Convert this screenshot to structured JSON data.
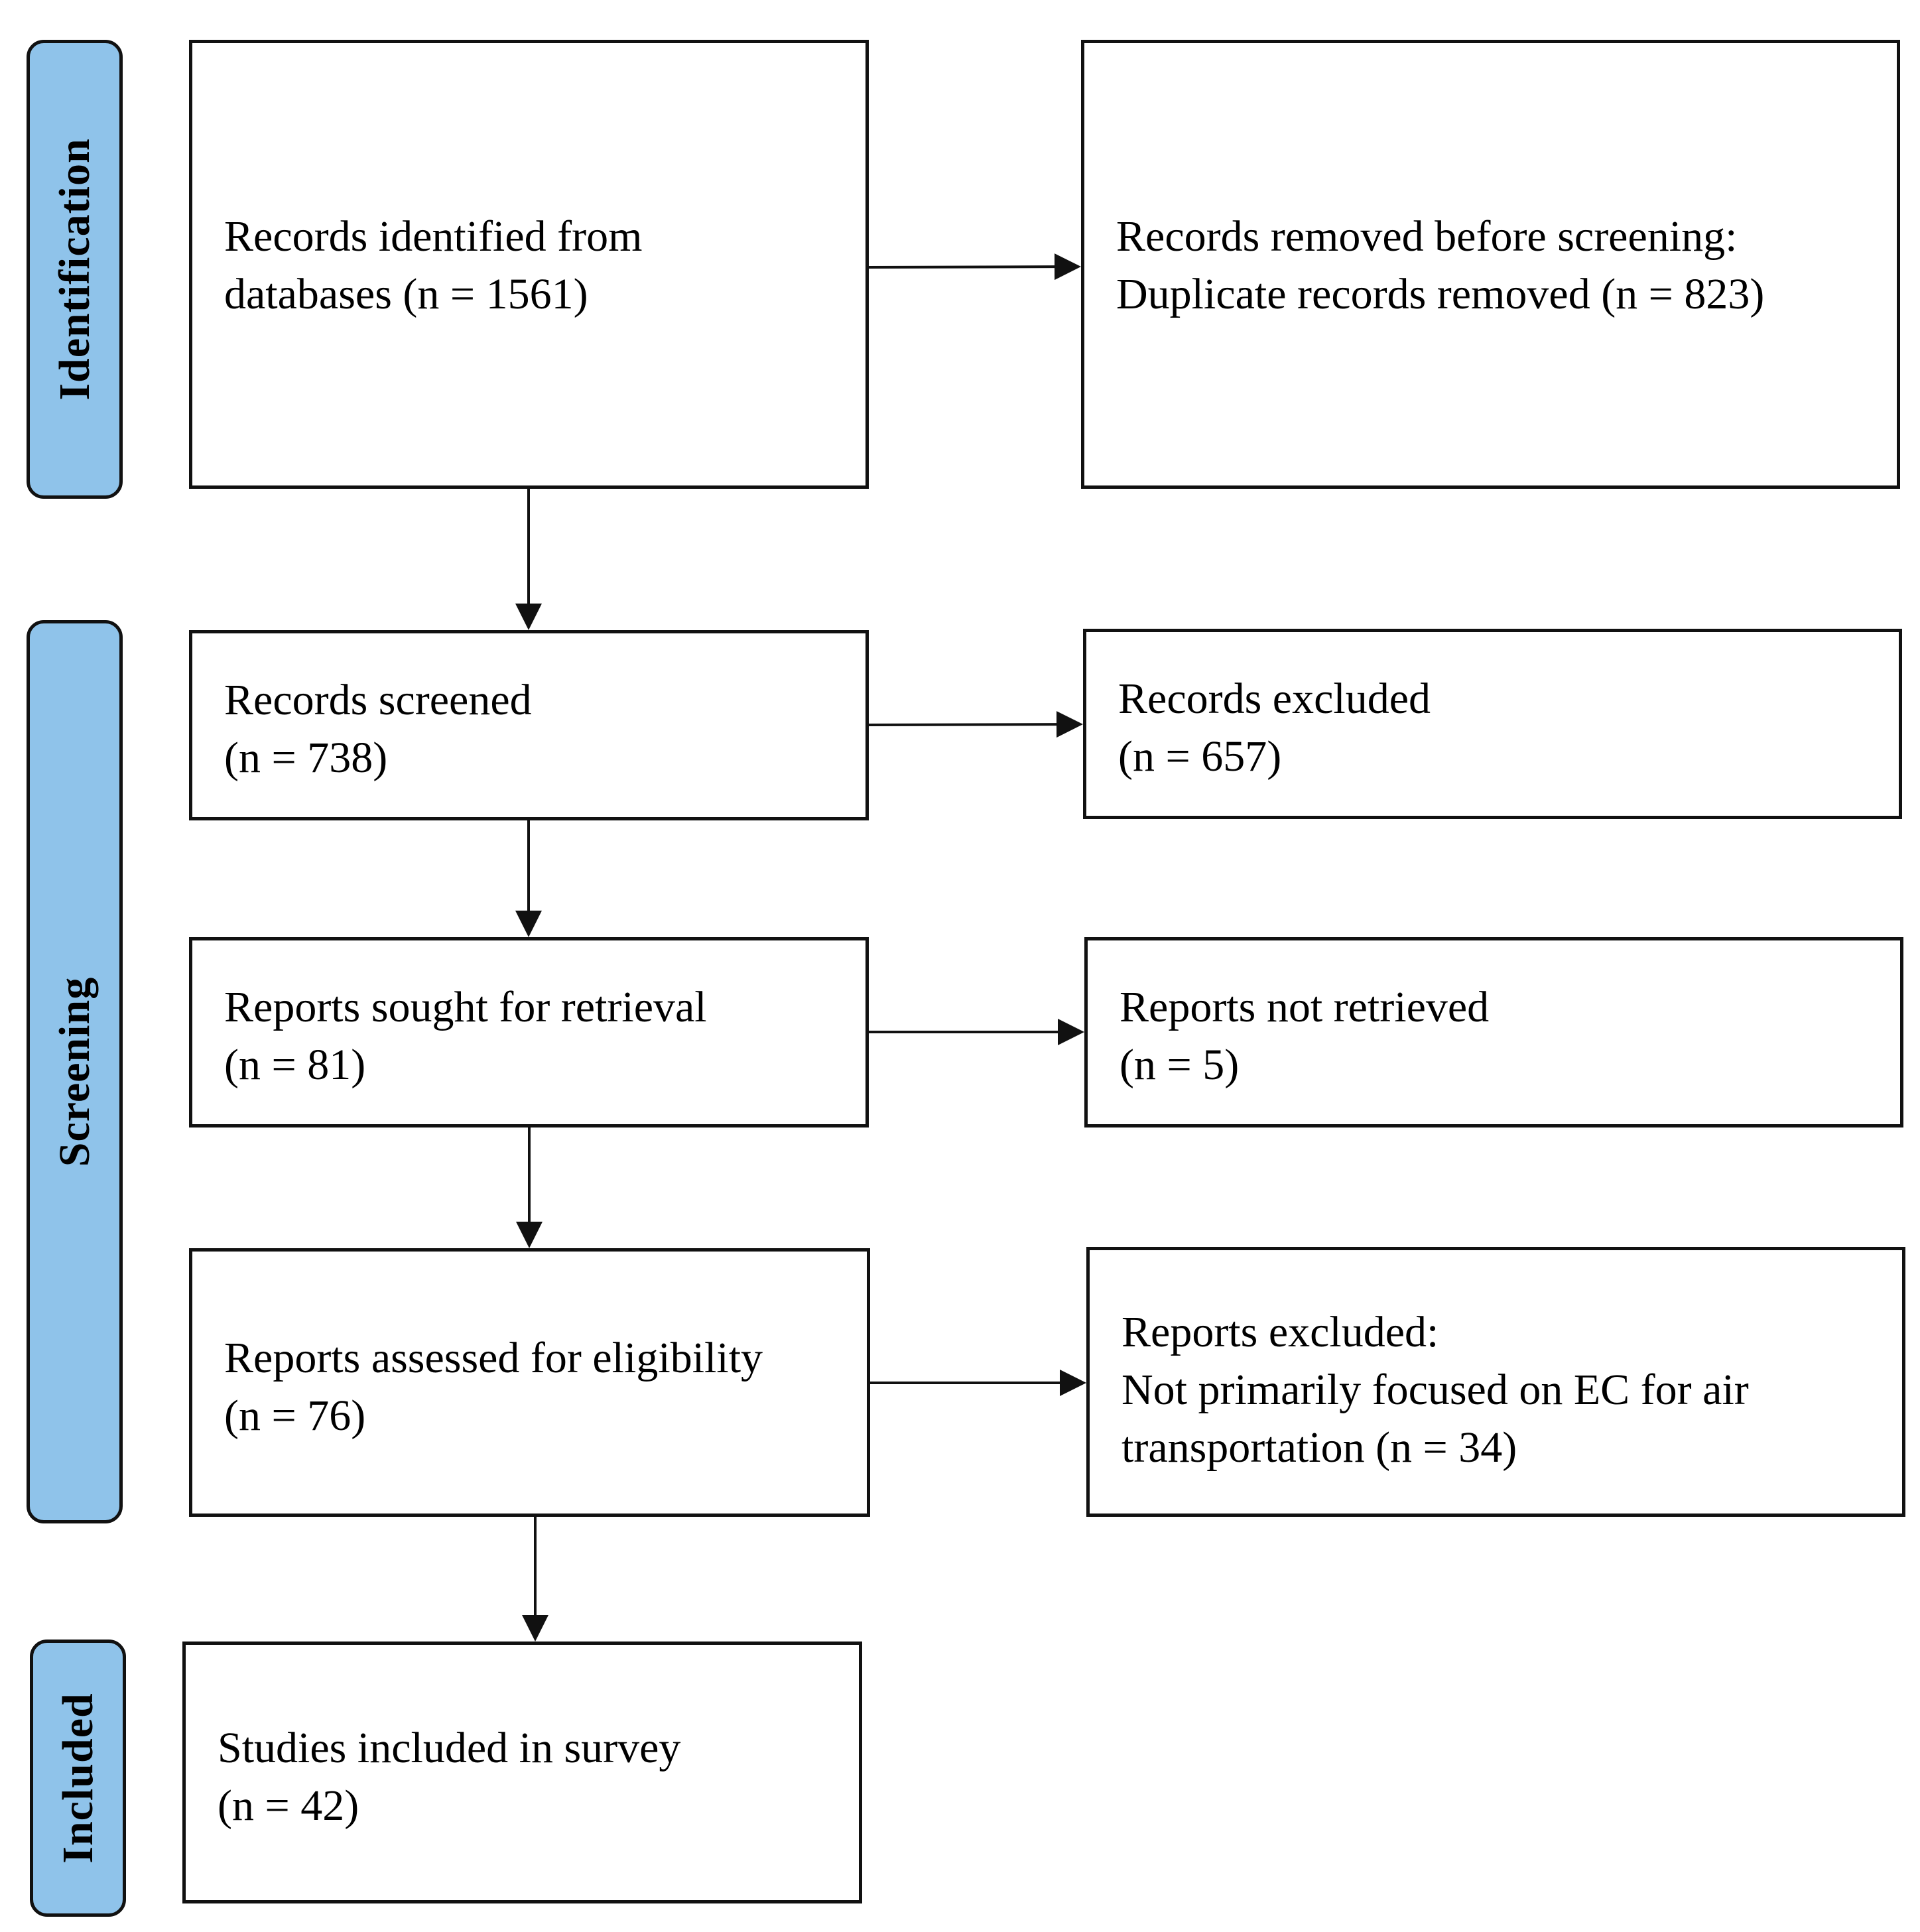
{
  "phases": {
    "identification": "Identification",
    "screening": "Screening",
    "included": "Included"
  },
  "boxes": {
    "identified": {
      "line1": "Records identified from",
      "line2": "databases (n = 1561)"
    },
    "removed": {
      "line1": "Records removed before screening:",
      "line2": "Duplicate records removed  (n =  823)"
    },
    "screened": {
      "line1": "Records screened",
      "line2": "(n = 738)"
    },
    "excluded": {
      "line1": "Records excluded",
      "line2": "(n = 657)"
    },
    "sought": {
      "line1": "Reports sought for retrieval",
      "line2": "(n = 81)"
    },
    "not_retrieved": {
      "line1": "Reports not retrieved",
      "line2": "(n = 5)"
    },
    "assessed": {
      "line1": "Reports assessed for eligibility",
      "line2": "(n = 76)"
    },
    "reports_excluded": {
      "line1": "Reports excluded:",
      "line2": "Not primarily focused on EC for air",
      "line3": "transportation (n = 34)"
    },
    "included": {
      "line1": "Studies included in  survey",
      "line2": "(n = 42)"
    }
  },
  "colors": {
    "phase_fill": "#8fc3ea",
    "stroke": "#111111"
  }
}
